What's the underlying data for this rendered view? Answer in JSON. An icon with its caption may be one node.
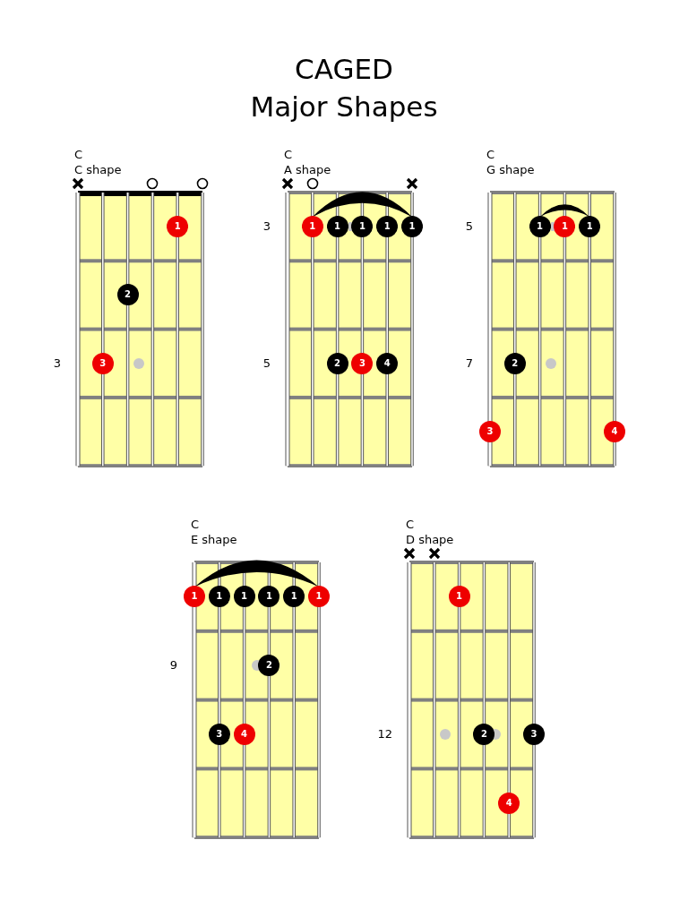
{
  "diagram": {
    "title": "CAGED Major Shapes",
    "nodes": [
      {
        "text": [
          "C",
          "C shape"
        ],
        "beside": [
          "3"
        ]
      },
      {
        "text": [
          "1"
        ],
        "in": 0
      },
      {
        "text": [
          "2"
        ],
        "in": 0
      },
      {
        "text": [
          "3"
        ],
        "in": 0
      },
      {
        "text": [],
        "shape": "circle",
        "in": 0
      },
      {
        "text": [
          "C",
          "A shape"
        ],
        "beside": [
          "3",
          "5"
        ]
      },
      {
        "text": [
          "1"
        ],
        "in": 5
      },
      {
        "text": [
          "1"
        ],
        "in": 5
      },
      {
        "text": [],
        "shape": "bar",
        "in": 5
      },
      {
        "text": [
          "1"
        ],
        "in": 5
      },
      {
        "text": [
          "1"
        ],
        "in": 5
      },
      {
        "text": [
          "1"
        ],
        "in": 5
      },
      {
        "text": [
          "2"
        ],
        "in": 5
      },
      {
        "text": [
          "3"
        ],
        "in": 5
      },
      {
        "text": [
          "4"
        ],
        "in": 5
      },
      {
        "text": [
          "C",
          "G shape"
        ],
        "beside": [
          "5",
          "7"
        ]
      },
      {
        "text": [
          "1"
        ],
        "in": 15
      },
      {
        "text": [],
        "shape": "bar",
        "in": 15
      },
      {
        "text": [
          "1"
        ],
        "in": 15
      },
      {
        "text": [
          "1"
        ],
        "in": 15
      },
      {
        "text": [
          "2"
        ],
        "in": 15
      },
      {
        "text": [],
        "shape": "circle",
        "in": 15
      },
      {
        "text": [
          "3"
        ],
        "in": 15
      },
      {
        "text": [
          "4"
        ],
        "in": 15
      },
      {
        "text": [
          "C",
          "E shape"
        ],
        "beside": [
          "9"
        ]
      },
      {
        "text": [
          "1"
        ],
        "in": 24
      },
      {
        "text": [
          "1"
        ],
        "in": 24
      },
      {
        "text": [
          "1"
        ],
        "in": 24
      },
      {
        "text": [
          "1"
        ],
        "in": 24
      },
      {
        "text": [
          "1"
        ],
        "in": 24
      },
      {
        "text": [
          "1"
        ],
        "in": 24
      },
      {
        "text": [],
        "shape": "circle",
        "in": 24
      },
      {
        "text": [
          "2"
        ],
        "in": 24
      },
      {
        "text": [
          "3"
        ],
        "in": 24
      },
      {
        "text": [
          "4"
        ],
        "in": 24
      },
      {
        "text": [
          "C",
          "D shape"
        ],
        "beside": [
          "12"
        ]
      },
      {
        "text": [
          "1"
        ],
        "in": 35
      },
      {
        "text": [],
        "shape": "circle",
        "in": 35
      },
      {
        "text": [
          "2"
        ],
        "in": 35
      },
      {
        "text": [],
        "shape": "circle",
        "in": 35
      },
      {
        "text": [
          "3"
        ],
        "in": 35
      },
      {
        "text": [
          "4"
        ],
        "in": 35
      }
    ]
  }
}
